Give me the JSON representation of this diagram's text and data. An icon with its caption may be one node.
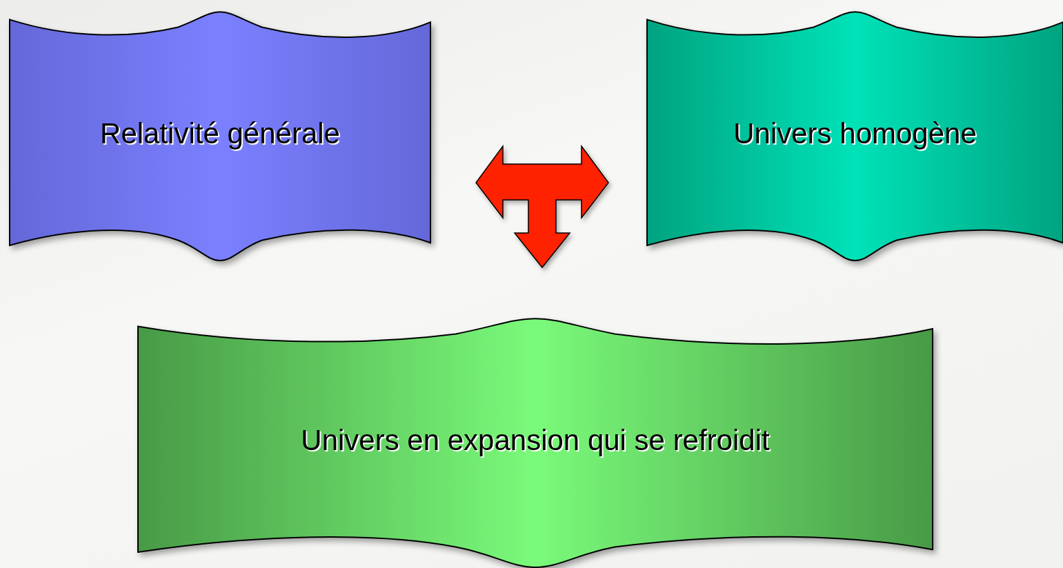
{
  "diagram": {
    "nodes": [
      {
        "text": [
          "Relativité générale"
        ]
      },
      {
        "text": [
          "Univers homogène"
        ]
      },
      {
        "text": [
          "Univers en expansion qui se refroidit"
        ]
      }
    ],
    "edges": [
      {
        "from": 0,
        "to": 2,
        "arrow": "both"
      },
      {
        "from": 1,
        "to": 2,
        "arrow": "both"
      }
    ]
  }
}
